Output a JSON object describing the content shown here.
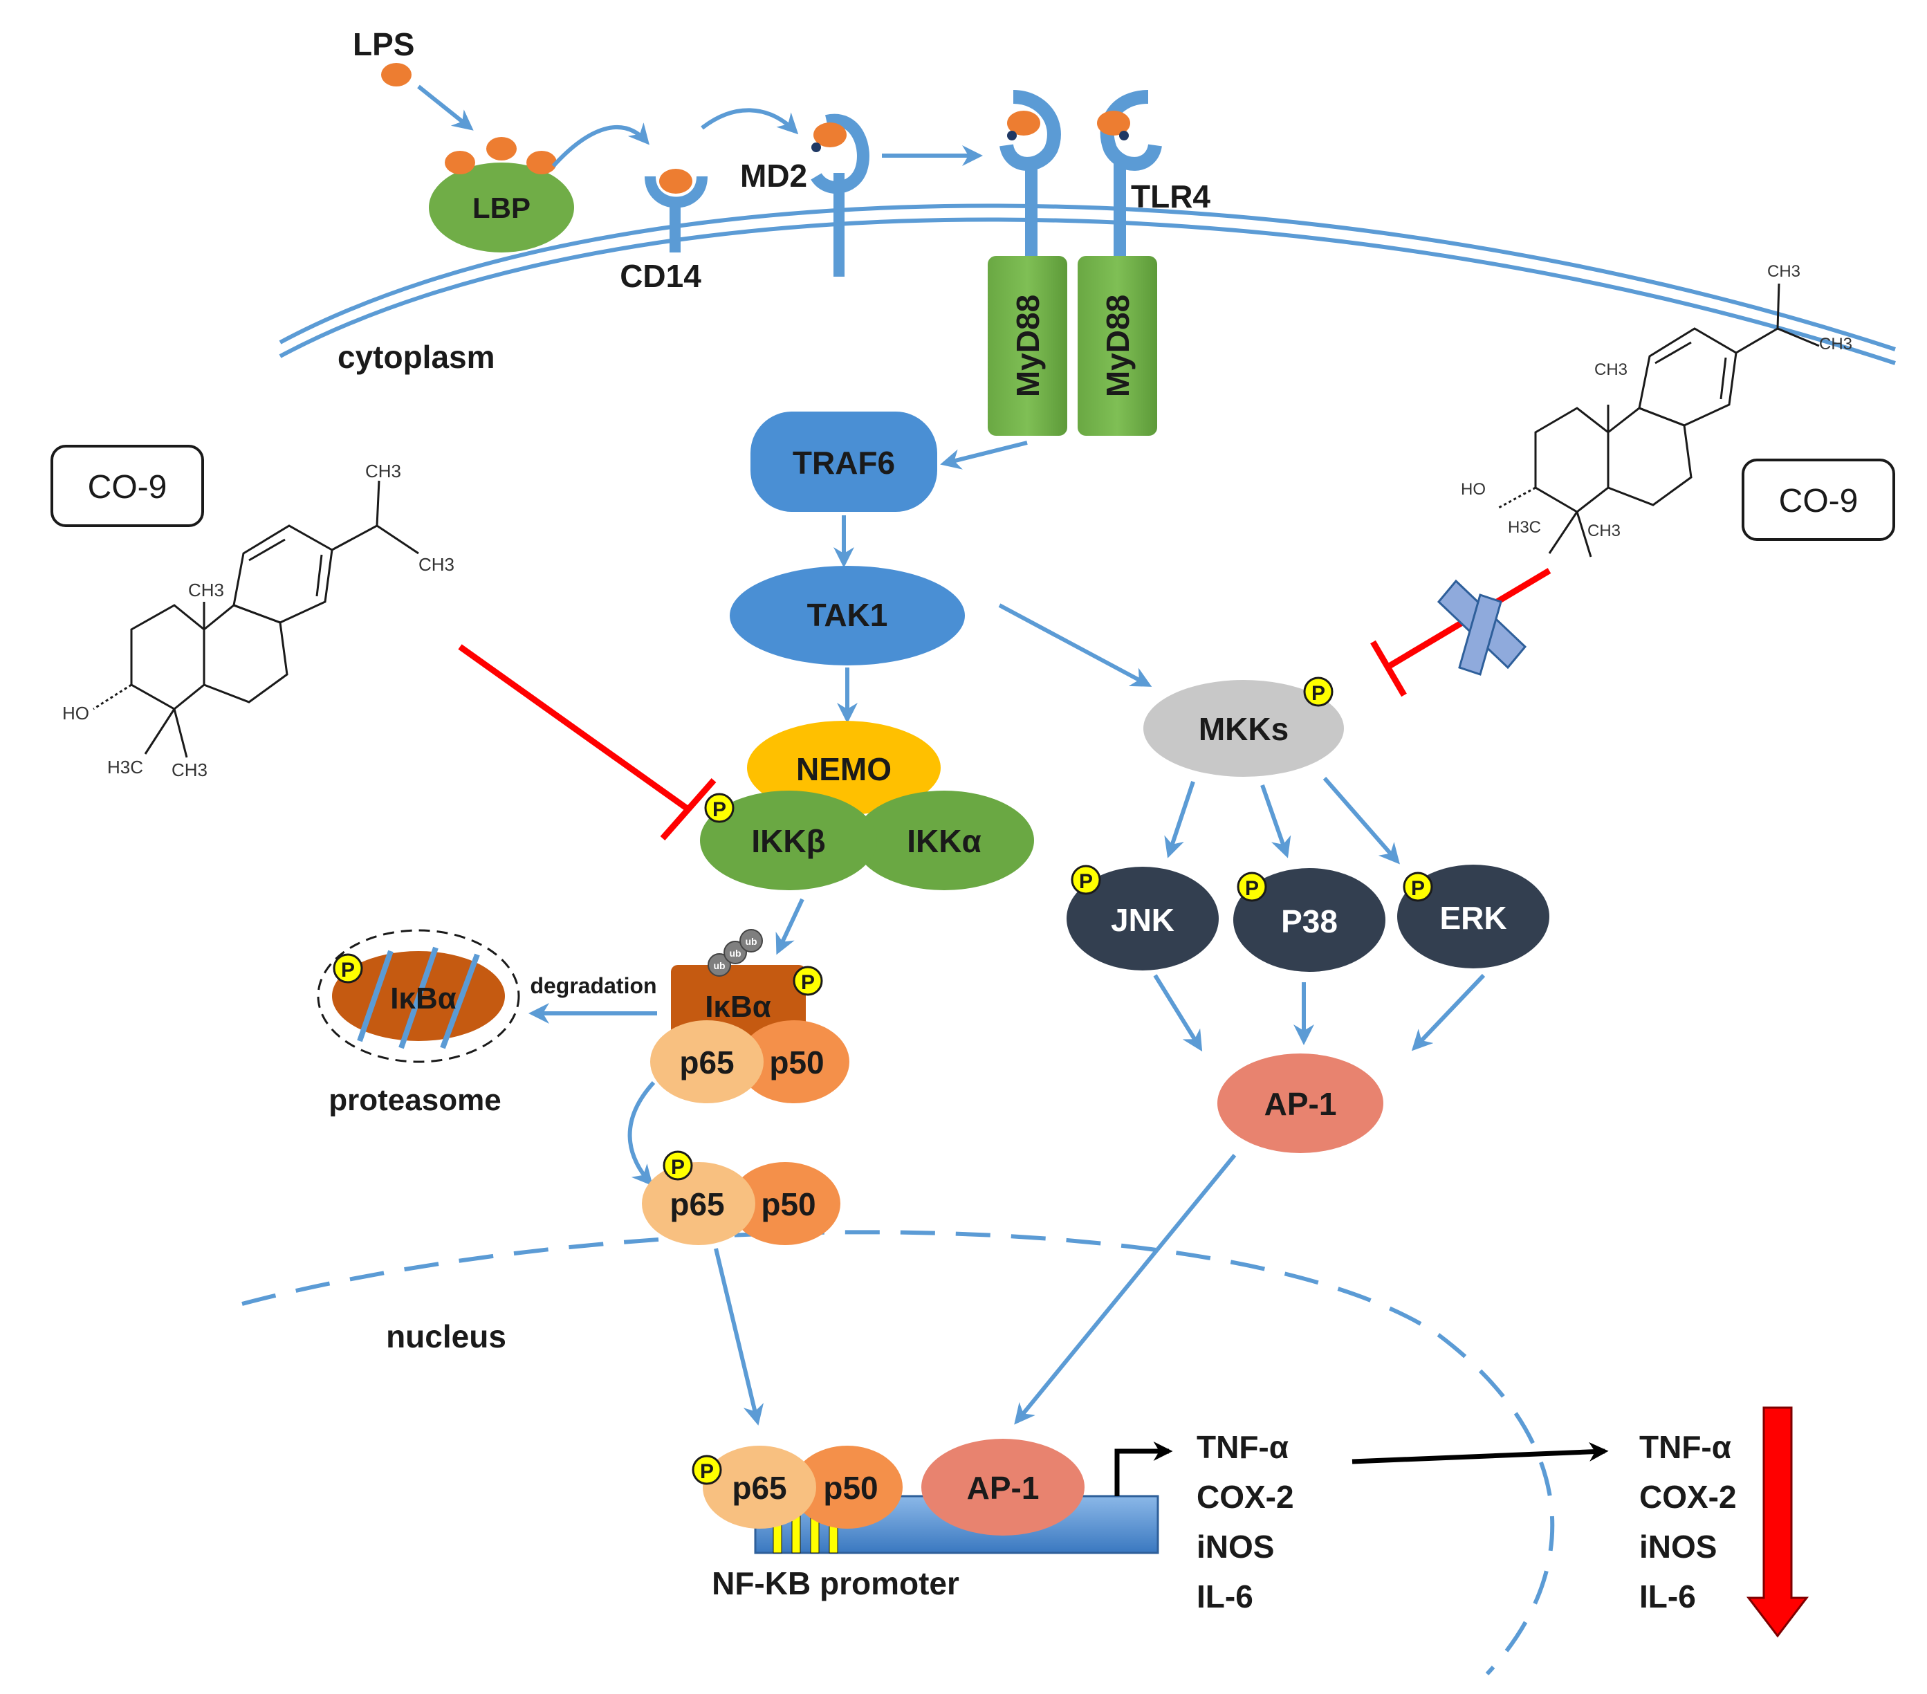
{
  "labels": {
    "lps": "LPS",
    "lbp": "LBP",
    "cd14": "CD14",
    "md2": "MD2",
    "tlr4": "TLR4",
    "myd88_1": "MyD88",
    "myd88_2": "MyD88",
    "cytoplasm": "cytoplasm",
    "traf6": "TRAF6",
    "tak1": "TAK1",
    "nemo": "NEMO",
    "ikkb": "IKKβ",
    "ikka": "IKKα",
    "mkks": "MKKs",
    "jnk": "JNK",
    "p38": "P38",
    "erk": "ERK",
    "ap1": "AP-1",
    "ap1_nuc": "AP-1",
    "ikba": "IκBα",
    "ikba_deg": "IκBα",
    "degradation": "degradation",
    "proteasome": "proteasome",
    "p65_a": "p65",
    "p50_a": "p50",
    "p65_b": "p65",
    "p50_b": "p50",
    "p65_c": "p65",
    "p50_c": "p50",
    "nucleus": "nucleus",
    "nfkb_promoter": "NF-KB promoter",
    "phospho": "P",
    "ub": "ub"
  },
  "compound": {
    "left_box": "CO-9",
    "right_box": "CO-9",
    "ch3": "CH3",
    "ho": "HO",
    "h3c": "H3C"
  },
  "genes_left": [
    "TNF-α",
    "COX-2",
    "iNOS",
    "IL-6"
  ],
  "genes_right": [
    "TNF-α",
    "COX-2",
    "iNOS",
    "IL-6"
  ],
  "colors": {
    "arrow_blue": "#5b9bd5",
    "inhibit_red": "#ff0000",
    "green": "#70ad47",
    "blue_node": "#4a8fd4",
    "gold": "#ffc000",
    "gray": "#c8c8c8",
    "dark": "#333f50",
    "salmon": "#e8836f",
    "orange": "#f4a15c",
    "light_orange": "#f8c080",
    "brown": "#c55a11",
    "phospho": "#ffff00"
  }
}
